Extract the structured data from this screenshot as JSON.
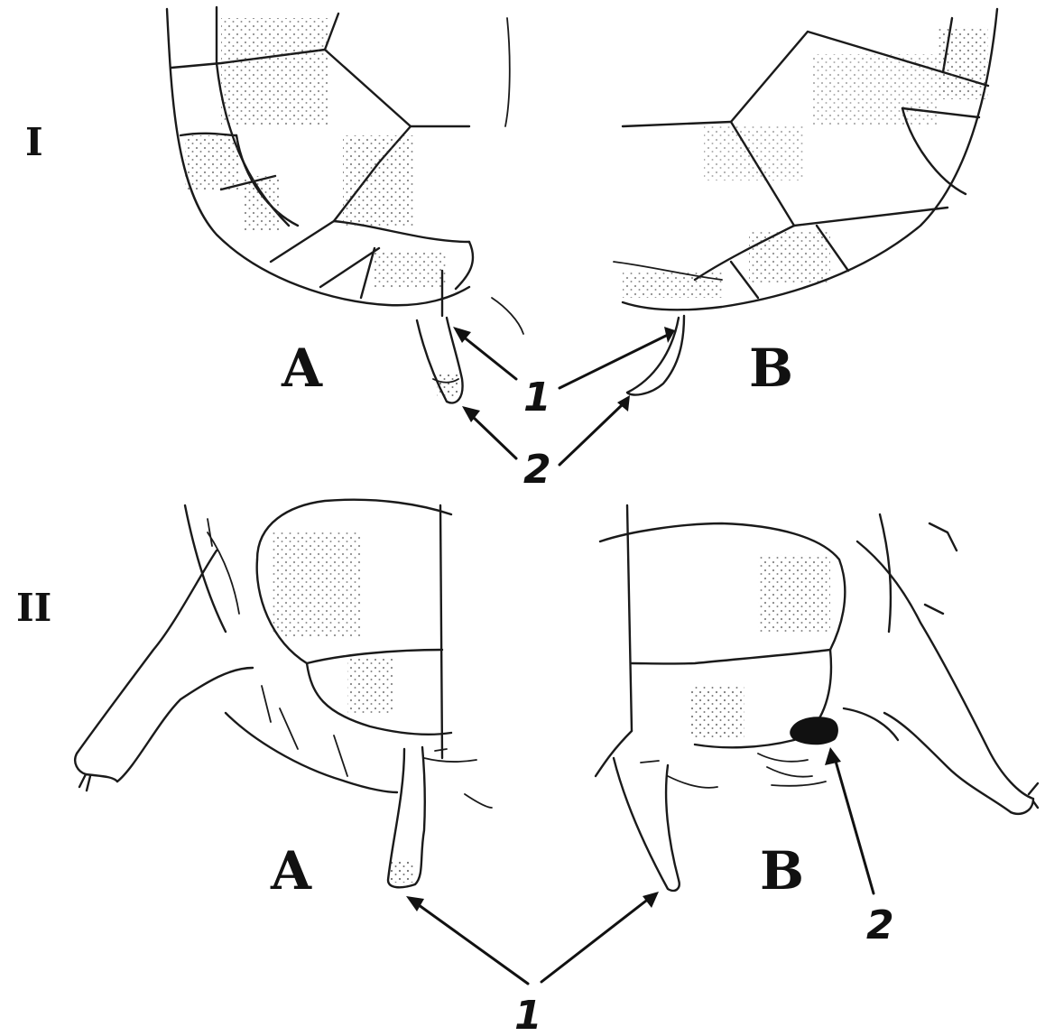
{
  "figure": {
    "panel_top": {
      "roman": "I",
      "left_label": "A",
      "right_label": "B"
    },
    "panel_bottom": {
      "roman": "II",
      "left_label": "A",
      "right_label": "B"
    },
    "callouts": {
      "top_1": "1",
      "top_2": "2",
      "bottom_1": "1",
      "bottom_2": "2"
    },
    "colors": {
      "ink": "#1a1a1a",
      "background": "#ffffff",
      "marking": "#111111"
    }
  }
}
